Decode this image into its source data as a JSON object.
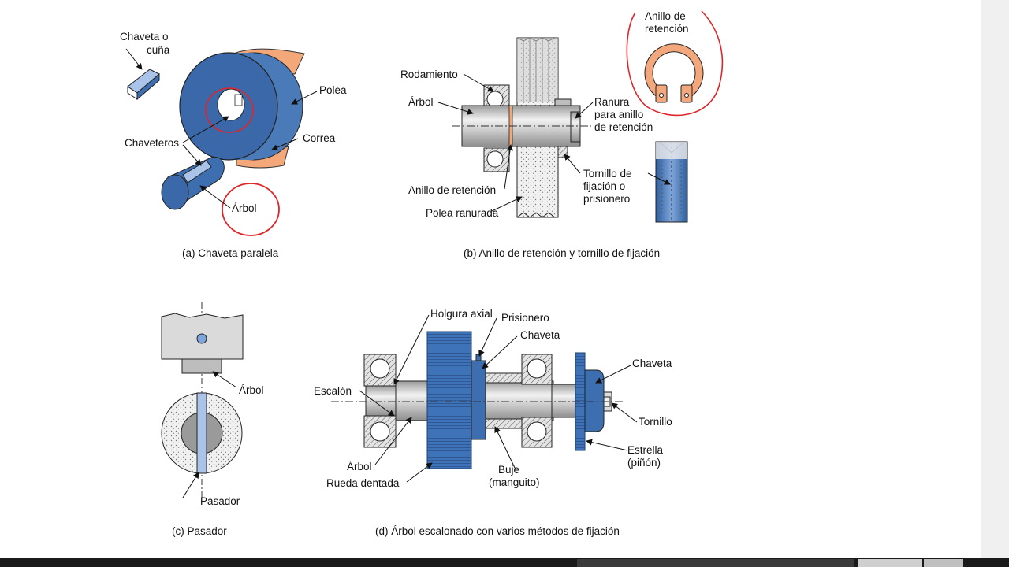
{
  "colors": {
    "steel_blue": "#3d6fb0",
    "light_blue": "#a9c4e8",
    "belt_orange": "#f4a87a",
    "ring_orange": "#f2a77c",
    "steel_gray": "#d4d4d4",
    "dark_gray": "#8c8c8c",
    "annotation_red": "#e0262a"
  },
  "panel_a": {
    "caption": "(a) Chaveta paralela",
    "labels": {
      "chaveta_line1": "Chaveta o",
      "chaveta_line2": "cuña",
      "polea": "Polea",
      "chaveteros": "Chaveteros",
      "correa": "Correa",
      "arbol": "Árbol"
    }
  },
  "panel_b": {
    "caption": "(b) Anillo de retención y tornillo de fijación",
    "labels": {
      "rodamiento": "Rodamiento",
      "arbol": "Árbol",
      "ranura_line1": "Ranura",
      "ranura_line2": "para anillo",
      "ranura_line3": "de retención",
      "anillo_retencion": "Anillo de retención",
      "polea_ranurada": "Polea ranurada",
      "tornillo_line1": "Tornillo de",
      "tornillo_line2": "fijación o",
      "tornillo_line3": "prisionero",
      "anillo_inset_line1": "Anillo de",
      "anillo_inset_line2": "retención"
    }
  },
  "panel_c": {
    "caption": "(c) Pasador",
    "labels": {
      "arbol": "Árbol",
      "pasador": "Pasador"
    }
  },
  "panel_d": {
    "caption": "(d) Árbol escalonado con varios métodos de fijación",
    "labels": {
      "holgura_axial": "Holgura axial",
      "prisionero": "Prisionero",
      "chaveta_1": "Chaveta",
      "chaveta_2": "Chaveta",
      "escalon": "Escalón",
      "tornillo": "Tornillo",
      "arbol": "Árbol",
      "rueda_dentada": "Rueda dentada",
      "buje_line1": "Buje",
      "buje_line2": "(manguito)",
      "estrella_line1": "Estrella",
      "estrella_line2": "(piñón)"
    }
  }
}
